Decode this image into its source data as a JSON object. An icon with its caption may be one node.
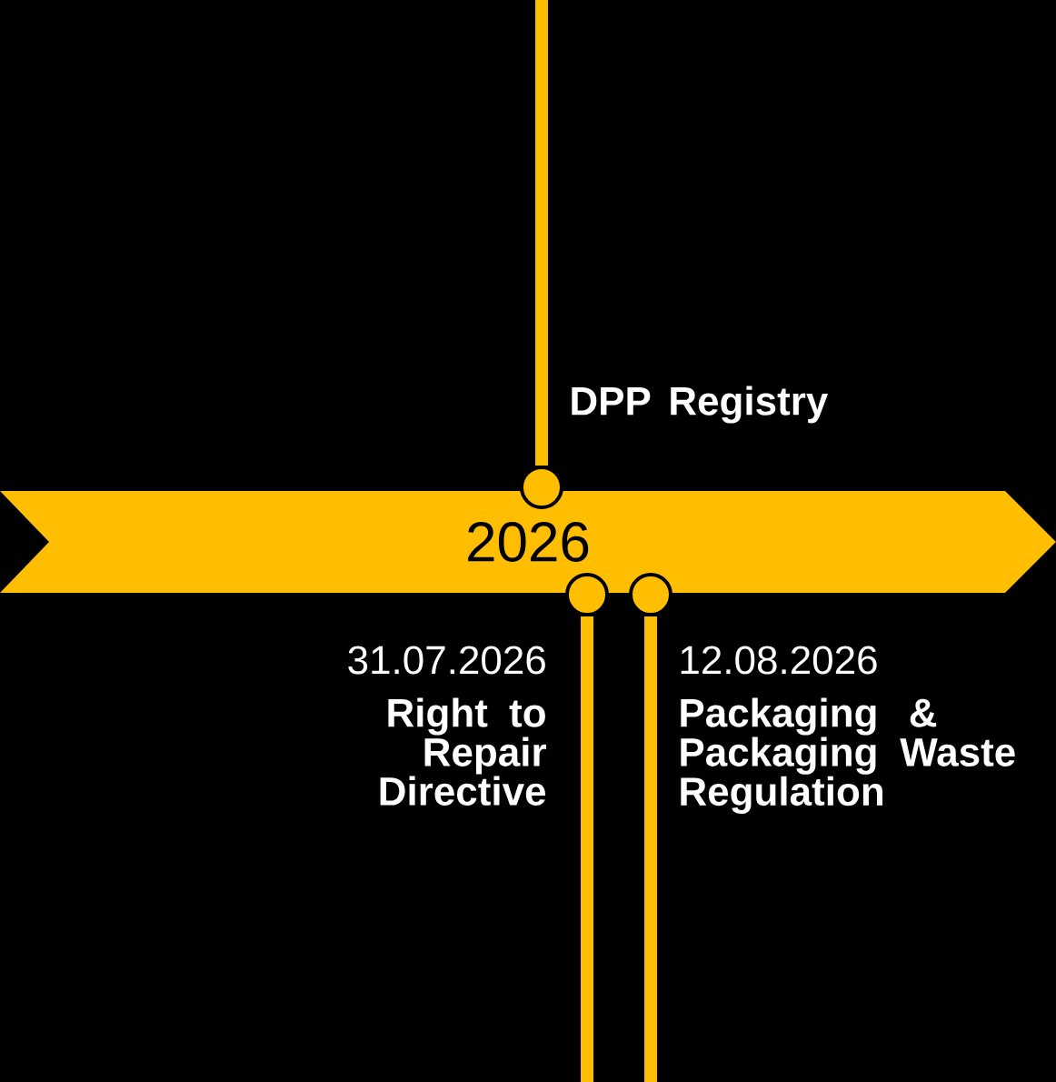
{
  "diagram": {
    "nodes": [
      {
        "text": [
          "2026"
        ]
      },
      {
        "text": [],
        "shape": "circle",
        "beside": [
          "DPP Registry"
        ]
      },
      {
        "text": [],
        "shape": "circle",
        "beside": [
          "31.07.2026",
          "Right to Repair Directive"
        ]
      },
      {
        "text": [],
        "shape": "circle",
        "beside": [
          "12.08.2026",
          "Packaging & Packaging Waste Regulation"
        ]
      }
    ],
    "edges": [
      {
        "from": null,
        "to": 1,
        "arrow": "none"
      },
      {
        "from": 2,
        "to": null,
        "arrow": "none"
      },
      {
        "from": 3,
        "to": null,
        "arrow": "none"
      }
    ]
  }
}
